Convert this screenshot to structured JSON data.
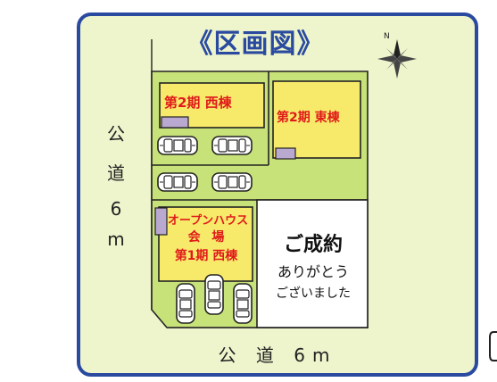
{
  "title": "《区画図》",
  "north_label": "N",
  "roads": {
    "west": [
      "公",
      "道",
      "6",
      "m"
    ],
    "south": "公 道 6m"
  },
  "lots": {
    "phase2_west": "第2期 西棟",
    "phase2_east": "第2期 東棟",
    "phase1_west": {
      "open_house_line1": "オープンハウス",
      "open_house_line2": "会 場",
      "name": "第1期 西棟"
    },
    "sold": {
      "headline": "ご成約",
      "line1": "ありがとう",
      "line2": "ございました"
    }
  },
  "colors": {
    "border_blue": "#2a4aa0",
    "background": "#eef5cc",
    "site_green": "#c8e27a",
    "building_yellow": "#f7ea6a",
    "phase_red": "#e01a1a",
    "meter_box": "#b9a8cf"
  }
}
